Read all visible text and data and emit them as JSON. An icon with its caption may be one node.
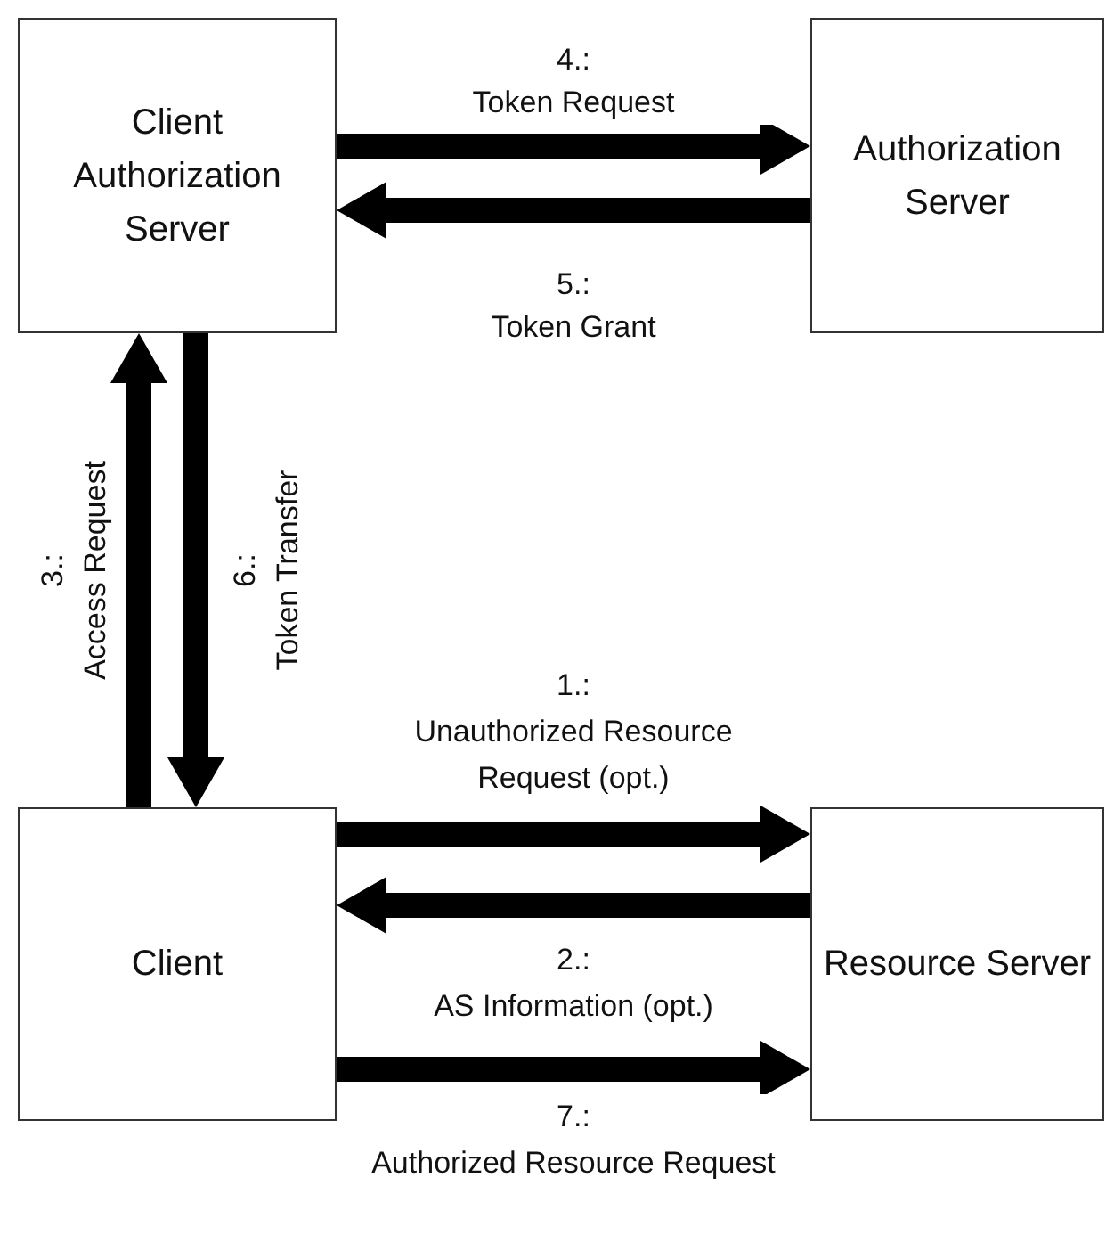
{
  "diagram": {
    "nodes": [
      {
        "text": [
          "Client Authorization Server"
        ]
      },
      {
        "text": [
          "Authorization Server"
        ]
      },
      {
        "text": [
          "Client"
        ]
      },
      {
        "text": [
          "Resource Server"
        ]
      }
    ],
    "edges": [
      {
        "from": 0,
        "to": 1,
        "arrow": "to",
        "label": "4.: Token Request"
      },
      {
        "from": 1,
        "to": 0,
        "arrow": "to",
        "label": "5.: Token Grant"
      },
      {
        "from": 2,
        "to": 0,
        "arrow": "to",
        "label": "3.: Access Request"
      },
      {
        "from": 0,
        "to": 2,
        "arrow": "to",
        "label": "6.: Token Transfer"
      },
      {
        "from": 2,
        "to": 3,
        "arrow": "to",
        "label": "1.: Unauthorized Resource Request (opt.)"
      },
      {
        "from": 3,
        "to": 2,
        "arrow": "to",
        "label": "2.: AS Information (opt.)"
      },
      {
        "from": 2,
        "to": 3,
        "arrow": "to",
        "label": "7.: Authorized Resource Request"
      }
    ]
  }
}
